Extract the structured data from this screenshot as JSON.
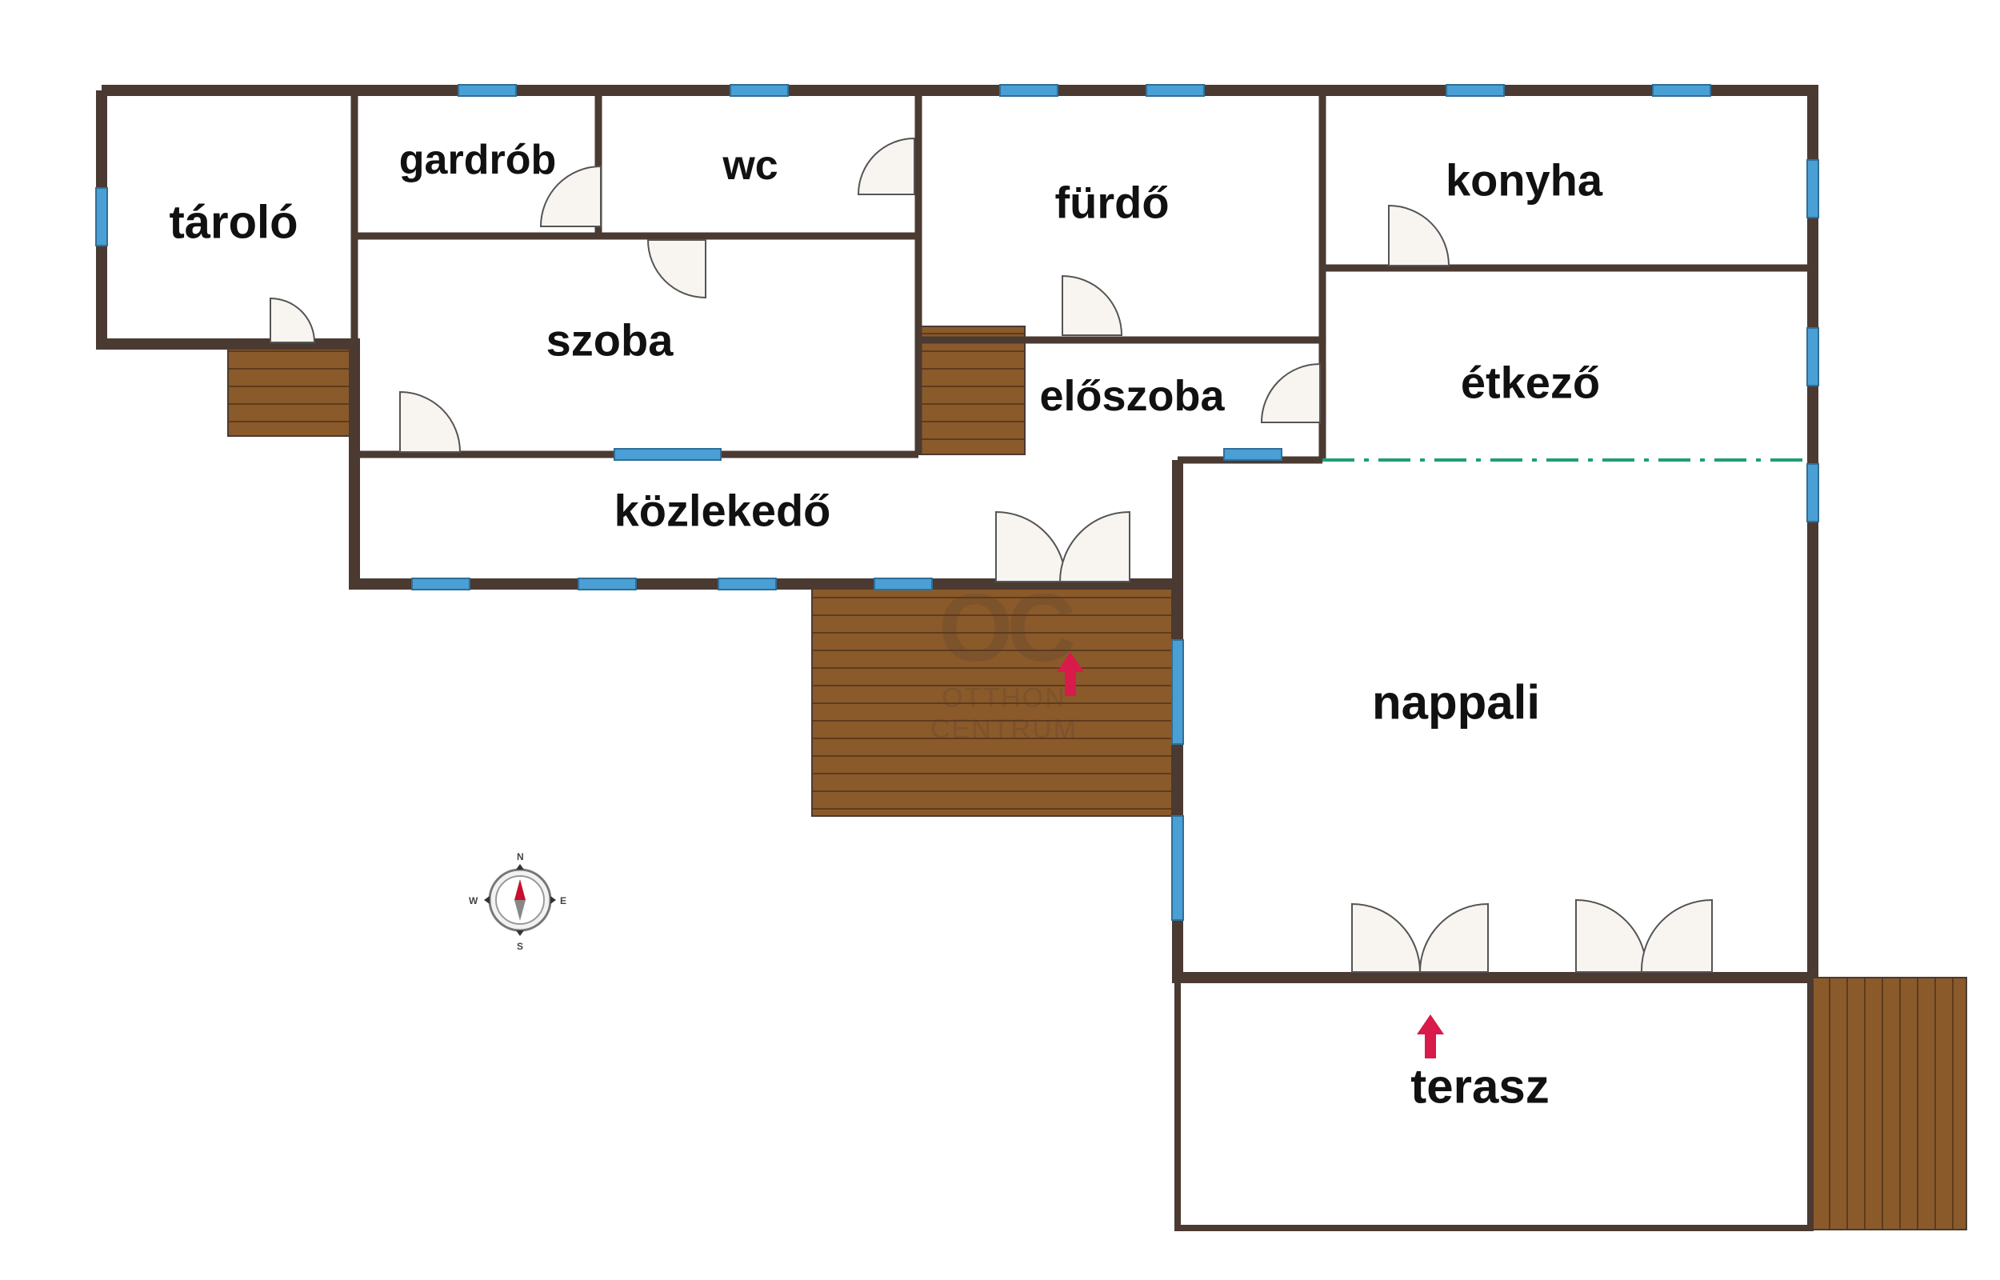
{
  "rooms": {
    "tarolo": "tároló",
    "gardrob": "gardrób",
    "wc": "wc",
    "furdo": "fürdő",
    "konyha": "konyha",
    "szoba": "szoba",
    "eloszoba": "előszoba",
    "etkezo": "étkező",
    "kozlekedo": "közlekedő",
    "nappali": "nappali",
    "terasz": "terasz"
  },
  "watermark": {
    "mark": "OC",
    "line1": "OTTHON",
    "line2": "CENTRUM"
  },
  "compass": {
    "n": "N",
    "s": "S",
    "e": "E",
    "w": "W"
  },
  "colors": {
    "wall": "#4a3a31",
    "window": "#4a9fd4",
    "deck": "#8a5a2b",
    "arrow": "#d81b4a",
    "divider": "#1f9e78"
  }
}
